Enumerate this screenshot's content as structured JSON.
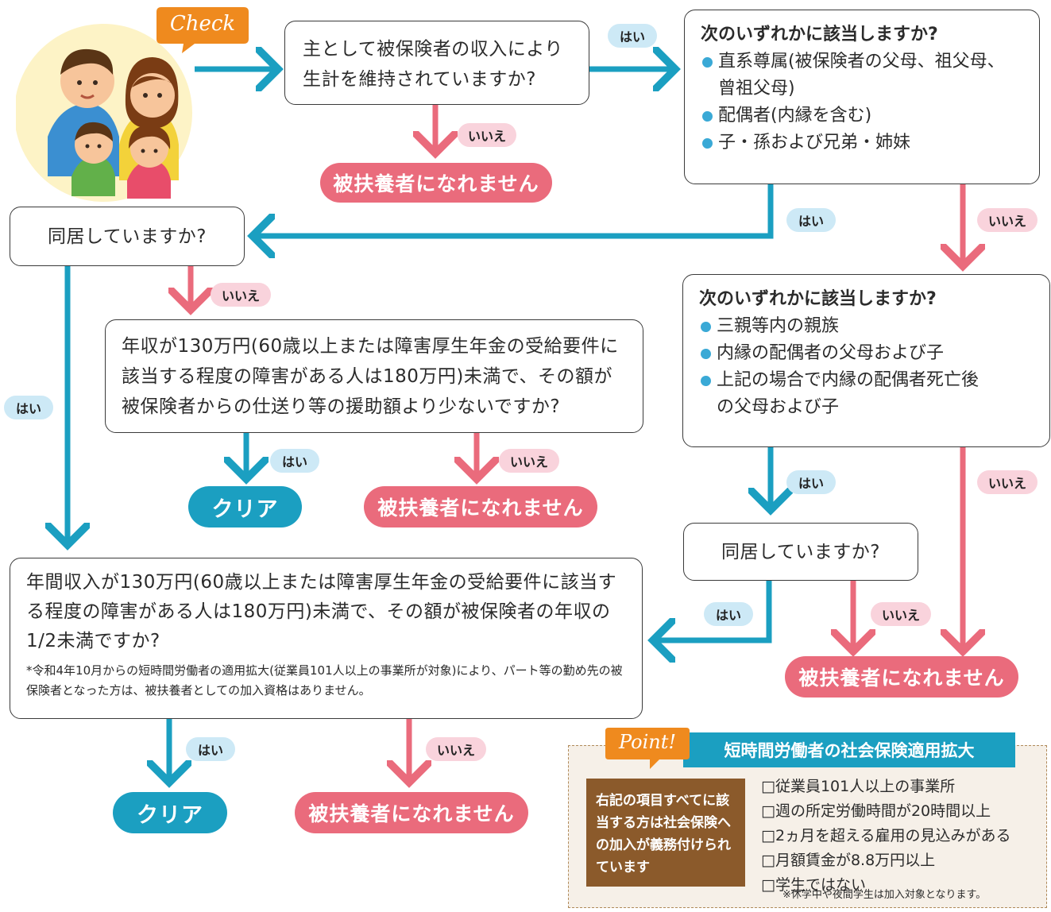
{
  "check_label": "Check",
  "q_support": "主として被保険者の収入により生計を維持されていますか?",
  "not_eligible": "被扶養者になれません",
  "clear": "クリア",
  "yes": "はい",
  "no": "いいえ",
  "group1": {
    "title": "次のいずれかに該当しますか?",
    "items": [
      "直系尊属(被保険者の父母、祖父母、",
      "曾祖父母)",
      "配偶者(内縁を含む)",
      "子・孫および兄弟・姉妹"
    ]
  },
  "group2": {
    "title": "次のいずれかに該当しますか?",
    "items": [
      "三親等内の親族",
      "内縁の配偶者の父母および子",
      "上記の場合で内縁の配偶者死亡後",
      "の父母および子"
    ]
  },
  "q_cohabit": "同居していますか?",
  "q_income_separate": "年収が130万円(60歳以上または障害厚生年金の受給要件に該当する程度の障害がある人は180万円)未満で、その額が被保険者からの仕送り等の援助額より少ないですか?",
  "q_income_cohabit": "年間収入が130万円(60歳以上または障害厚生年金の受給要件に該当する程度の障害がある人は180万円)未満で、その額が被保険者の年収の1/2未満ですか?",
  "q_income_note": "*令和4年10月からの短時間労働者の適用拡大(従業員101人以上の事業所が対象)により、パート等の勤め先の被保険者となった方は、被扶養者としての加入資格はありません。",
  "point": {
    "badge": "Point!",
    "title": "短時間労働者の社会保険適用拡大",
    "left_text": "右記の項目すべてに該当する方は社会保険への加入が義務付けられています",
    "checklist": [
      "□従業員101人以上の事業所",
      "□週の所定労働時間が20時間以上",
      "□2ヵ月を超える雇用の見込みがある",
      "□月額賃金が8.8万円以上",
      "□学生ではない"
    ],
    "footnote": "※休学中や夜間学生は加入対象となります。"
  },
  "colors": {
    "blue": "#1b9fc1",
    "red": "#ea6b7c",
    "yes_tag": "#cde9f6",
    "no_tag": "#f9d3dc",
    "point_bg": "#f6f0e8",
    "point_brown": "#8b5a2b"
  }
}
